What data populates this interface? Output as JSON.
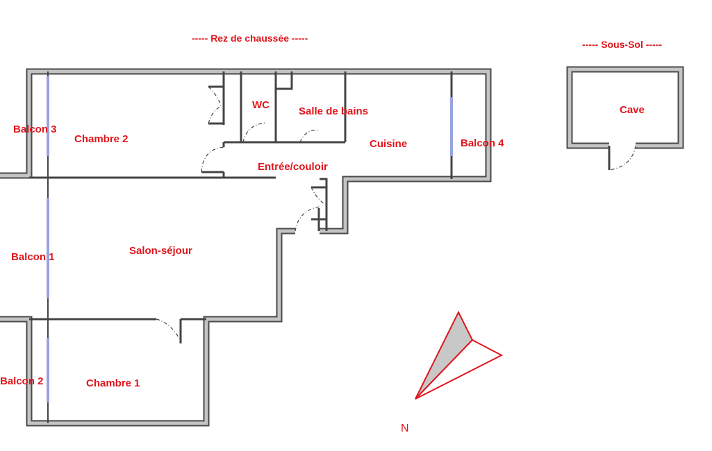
{
  "headers": {
    "ground_floor": "-----  Rez de chaussée  -----",
    "basement": "-----  Sous-Sol  -----"
  },
  "rooms": {
    "balcon3": "Balcon 3",
    "chambre2": "Chambre 2",
    "wc": "WC",
    "salle_de_bains": "Salle de bains",
    "cuisine": "Cuisine",
    "balcon4": "Balcon 4",
    "entree": "Entrée/couloir",
    "balcon1": "Balcon 1",
    "salon": "Salon-séjour",
    "balcon2": "Balcon 2",
    "chambre1": "Chambre 1",
    "cave": "Cave"
  },
  "compass": {
    "label": "N",
    "color": "#e0161c"
  }
}
